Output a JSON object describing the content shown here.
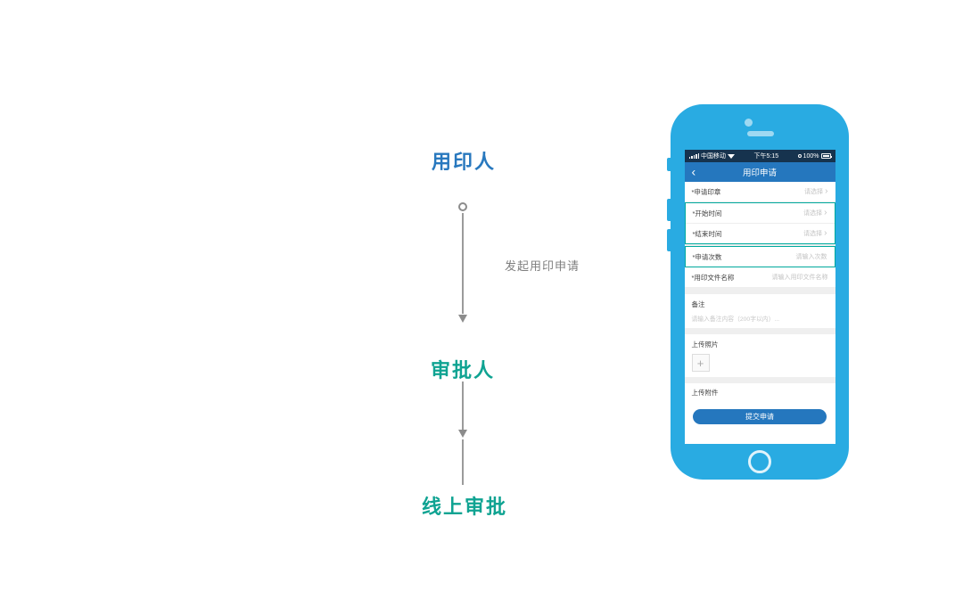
{
  "flowchart": {
    "node_user": "用印人",
    "edge_label": "发起用印申请",
    "node_approver": "审批人",
    "node_online_approval": "线上审批"
  },
  "phone": {
    "status_bar": {
      "carrier": "中国移动",
      "time": "下午5:15",
      "battery_percent": "100%"
    },
    "nav": {
      "back_icon": "‹",
      "title": "用印申请"
    },
    "form": {
      "chevron": "›",
      "rows": [
        {
          "label": "*申请印章",
          "placeholder": "请选择"
        },
        {
          "label": "*开始时间",
          "placeholder": "请选择"
        },
        {
          "label": "*结束时间",
          "placeholder": "请选择"
        },
        {
          "label": "*申请次数",
          "placeholder": "请输入次数"
        },
        {
          "label": "*用印文件名称",
          "placeholder": "请输入用印文件名称"
        }
      ],
      "remark": {
        "label": "备注",
        "placeholder": "请输入备注内容（200字以内）..."
      },
      "upload_photo": {
        "label": "上传照片",
        "plus": "+"
      },
      "upload_attachment": {
        "label": "上传附件"
      },
      "submit_label": "提交申请"
    }
  },
  "colors": {
    "flow_blue": "#2878BE",
    "flow_teal": "#0FA392",
    "arrow_gray": "#8C8C8C",
    "phone_body": "#29ABE2",
    "status_navy": "#16334E",
    "nav_blue": "#2577BE",
    "highlight_green": "#00A99D",
    "submit_blue": "#2577BE"
  }
}
